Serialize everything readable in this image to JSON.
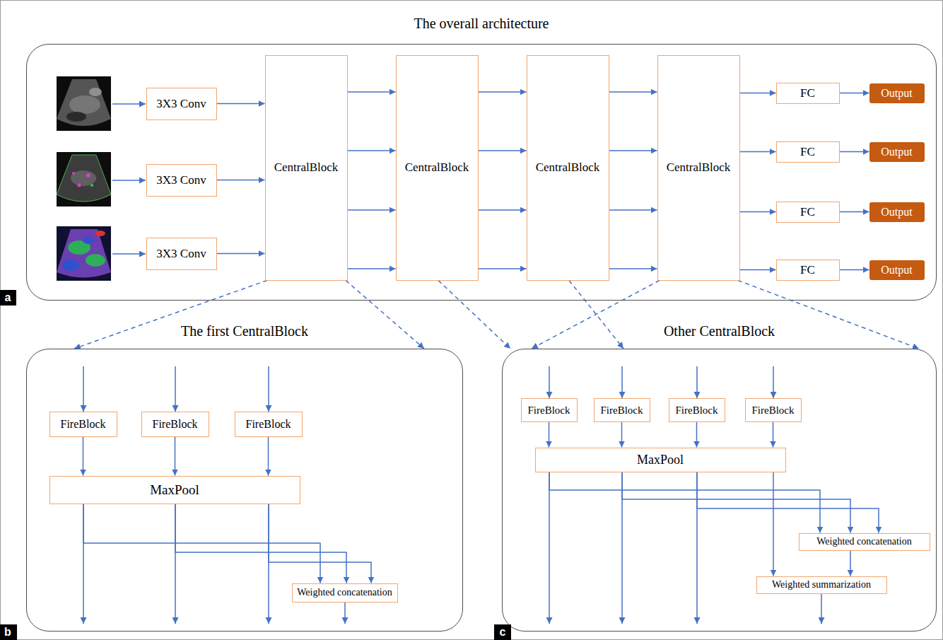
{
  "diagram": {
    "nodes": [
      {
        "text": [
          "The overall architecture"
        ]
      },
      {
        "text": [
          "3X3 Conv"
        ],
        "in": 0
      },
      {
        "text": [
          "3X3 Conv"
        ],
        "in": 0
      },
      {
        "text": [
          "3X3 Conv"
        ],
        "in": 0
      },
      {
        "text": [
          "CentralBlock"
        ],
        "in": 0
      },
      {
        "text": [
          "CentralBlock"
        ],
        "in": 0
      },
      {
        "text": [
          "CentralBlock"
        ],
        "in": 0
      },
      {
        "text": [
          "CentralBlock"
        ],
        "in": 0
      },
      {
        "text": [
          "FC"
        ],
        "in": 0
      },
      {
        "text": [
          "Output"
        ],
        "in": 0
      },
      {
        "text": [
          "FC"
        ],
        "in": 0
      },
      {
        "text": [
          "Output"
        ],
        "in": 0
      },
      {
        "text": [
          "FC"
        ],
        "in": 0
      },
      {
        "text": [
          "Output"
        ],
        "in": 0
      },
      {
        "text": [
          "FC"
        ],
        "in": 0
      },
      {
        "text": [
          "Output"
        ],
        "in": 0
      },
      {
        "text": [
          "a"
        ]
      },
      {
        "text": [
          "The first CentralBlock"
        ]
      },
      {
        "text": [
          "FireBlock"
        ],
        "in": 17
      },
      {
        "text": [
          "FireBlock"
        ],
        "in": 17
      },
      {
        "text": [
          "FireBlock"
        ],
        "in": 17
      },
      {
        "text": [
          "MaxPool"
        ],
        "in": 17
      },
      {
        "text": [
          "Weighted concatenation"
        ],
        "in": 17
      },
      {
        "text": [
          "b"
        ]
      },
      {
        "text": [
          "Other CentralBlock"
        ]
      },
      {
        "text": [
          "FireBlock"
        ],
        "in": 24
      },
      {
        "text": [
          "FireBlock"
        ],
        "in": 24
      },
      {
        "text": [
          "FireBlock"
        ],
        "in": 24
      },
      {
        "text": [
          "FireBlock"
        ],
        "in": 24
      },
      {
        "text": [
          "MaxPool"
        ],
        "in": 24
      },
      {
        "text": [
          "Weighted concatenation"
        ],
        "in": 24
      },
      {
        "text": [
          "Weighted summarization"
        ],
        "in": 24
      },
      {
        "text": [
          "c"
        ]
      }
    ],
    "edges": [
      {
        "from": 1,
        "to": 4,
        "arrow": "to"
      },
      {
        "from": 2,
        "to": 4,
        "arrow": "to"
      },
      {
        "from": 3,
        "to": 4,
        "arrow": "to"
      },
      {
        "from": 4,
        "to": 5,
        "arrow": "to"
      },
      {
        "from": 4,
        "to": 5,
        "arrow": "to"
      },
      {
        "from": 4,
        "to": 5,
        "arrow": "to"
      },
      {
        "from": 4,
        "to": 5,
        "arrow": "to"
      },
      {
        "from": 5,
        "to": 6,
        "arrow": "to"
      },
      {
        "from": 5,
        "to": 6,
        "arrow": "to"
      },
      {
        "from": 5,
        "to": 6,
        "arrow": "to"
      },
      {
        "from": 5,
        "to": 6,
        "arrow": "to"
      },
      {
        "from": 6,
        "to": 7,
        "arrow": "to"
      },
      {
        "from": 6,
        "to": 7,
        "arrow": "to"
      },
      {
        "from": 6,
        "to": 7,
        "arrow": "to"
      },
      {
        "from": 6,
        "to": 7,
        "arrow": "to"
      },
      {
        "from": 7,
        "to": 8,
        "arrow": "to"
      },
      {
        "from": 7,
        "to": 10,
        "arrow": "to"
      },
      {
        "from": 7,
        "to": 12,
        "arrow": "to"
      },
      {
        "from": 7,
        "to": 14,
        "arrow": "to"
      },
      {
        "from": 8,
        "to": 9,
        "arrow": "to"
      },
      {
        "from": 10,
        "to": 11,
        "arrow": "to"
      },
      {
        "from": 12,
        "to": 13,
        "arrow": "to"
      },
      {
        "from": 14,
        "to": 15,
        "arrow": "to"
      },
      {
        "from": 4,
        "to": 17,
        "arrow": "to"
      },
      {
        "from": 4,
        "to": 17,
        "arrow": "to"
      },
      {
        "from": 5,
        "to": 24,
        "arrow": "to"
      },
      {
        "from": 6,
        "to": 24,
        "arrow": "to"
      },
      {
        "from": 7,
        "to": 24,
        "arrow": "to"
      },
      {
        "from": 7,
        "to": 24,
        "arrow": "to"
      },
      {
        "from": 18,
        "to": 21,
        "arrow": "to"
      },
      {
        "from": 19,
        "to": 21,
        "arrow": "to"
      },
      {
        "from": 20,
        "to": 21,
        "arrow": "to"
      },
      {
        "from": 21,
        "to": 22,
        "arrow": "to"
      },
      {
        "from": 21,
        "to": 22,
        "arrow": "to"
      },
      {
        "from": 21,
        "to": 22,
        "arrow": "to"
      },
      {
        "from": 25,
        "to": 29,
        "arrow": "to"
      },
      {
        "from": 26,
        "to": 29,
        "arrow": "to"
      },
      {
        "from": 27,
        "to": 29,
        "arrow": "to"
      },
      {
        "from": 28,
        "to": 29,
        "arrow": "to"
      },
      {
        "from": 29,
        "to": 30,
        "arrow": "to"
      },
      {
        "from": 29,
        "to": 30,
        "arrow": "to"
      },
      {
        "from": 29,
        "to": 30,
        "arrow": "to"
      },
      {
        "from": 29,
        "to": 31,
        "arrow": "to"
      },
      {
        "from": 30,
        "to": 31,
        "arrow": "to"
      }
    ]
  }
}
